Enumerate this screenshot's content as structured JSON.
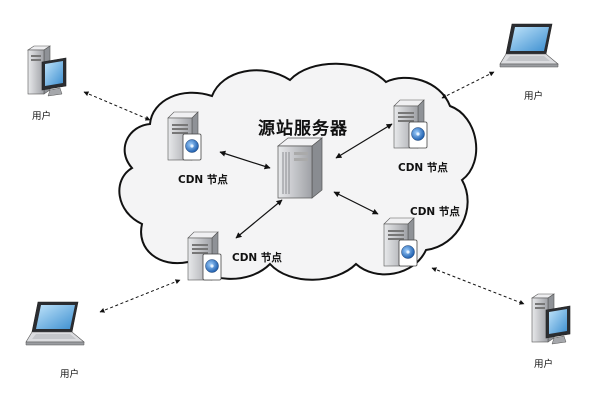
{
  "origin": {
    "label": "源站服务器",
    "icon": "server-tower-icon"
  },
  "cdn_nodes": [
    {
      "id": "left",
      "label": "CDN 节点"
    },
    {
      "id": "top-right",
      "label": "CDN 节点"
    },
    {
      "id": "bottom-left",
      "label": "CDN 节点"
    },
    {
      "id": "right",
      "label": "CDN 节点"
    }
  ],
  "users": [
    {
      "id": "top-left",
      "label": "用户",
      "device": "desktop-pc-icon"
    },
    {
      "id": "top-right",
      "label": "用户",
      "device": "laptop-icon"
    },
    {
      "id": "bottom-left",
      "label": "用户",
      "device": "laptop-icon"
    },
    {
      "id": "bottom-right",
      "label": "用户",
      "device": "desktop-pc-icon"
    }
  ],
  "colors": {
    "cloud_fill": "#f4f4f5",
    "cloud_stroke": "#111111",
    "server_body": "#d9dadd",
    "screen_blue": "#4aa3df",
    "disc_blue": "#2a6fc0",
    "arrow": "#111111"
  }
}
